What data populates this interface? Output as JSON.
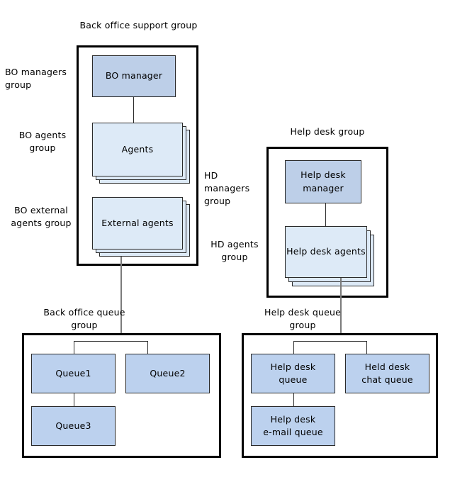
{
  "diagram": {
    "title_not_shown": "",
    "colors": {
      "manager_fill": "#bdcfe8",
      "agents_fill": "#ddeaf7",
      "queue_fill": "#bcd1ee",
      "group_border": "#000000",
      "node_border": "#2b2b2b",
      "connector_black": "#2b2b2b",
      "connector_gray": "#7b7b7b",
      "background": "#ffffff"
    }
  },
  "groups": {
    "back_office_support": {
      "caption": "Back office support  group",
      "nodes": {
        "manager": "BO manager",
        "agents": "Agents",
        "external_agents": "External agents"
      },
      "side_labels": {
        "managers": "BO managers\ngroup",
        "agents": "BO agents\ngroup",
        "external_agents": "BO external\nagents group"
      }
    },
    "help_desk": {
      "caption": "Help desk group",
      "nodes": {
        "manager": "Help desk\nmanager",
        "agents": "Help desk agents"
      },
      "side_labels": {
        "managers": "HD managers\ngroup",
        "agents": "HD agents\ngroup"
      }
    },
    "back_office_queue": {
      "caption": "Back office queue\ngroup",
      "nodes": {
        "queue1": "Queue1",
        "queue2": "Queue2",
        "queue3": "Queue3"
      }
    },
    "help_desk_queue": {
      "caption": "Help desk queue\ngroup",
      "nodes": {
        "queue": "Help desk\nqueue",
        "chat_queue": "Held desk\nchat queue",
        "email_queue": "Help desk\ne-mail queue"
      }
    }
  }
}
